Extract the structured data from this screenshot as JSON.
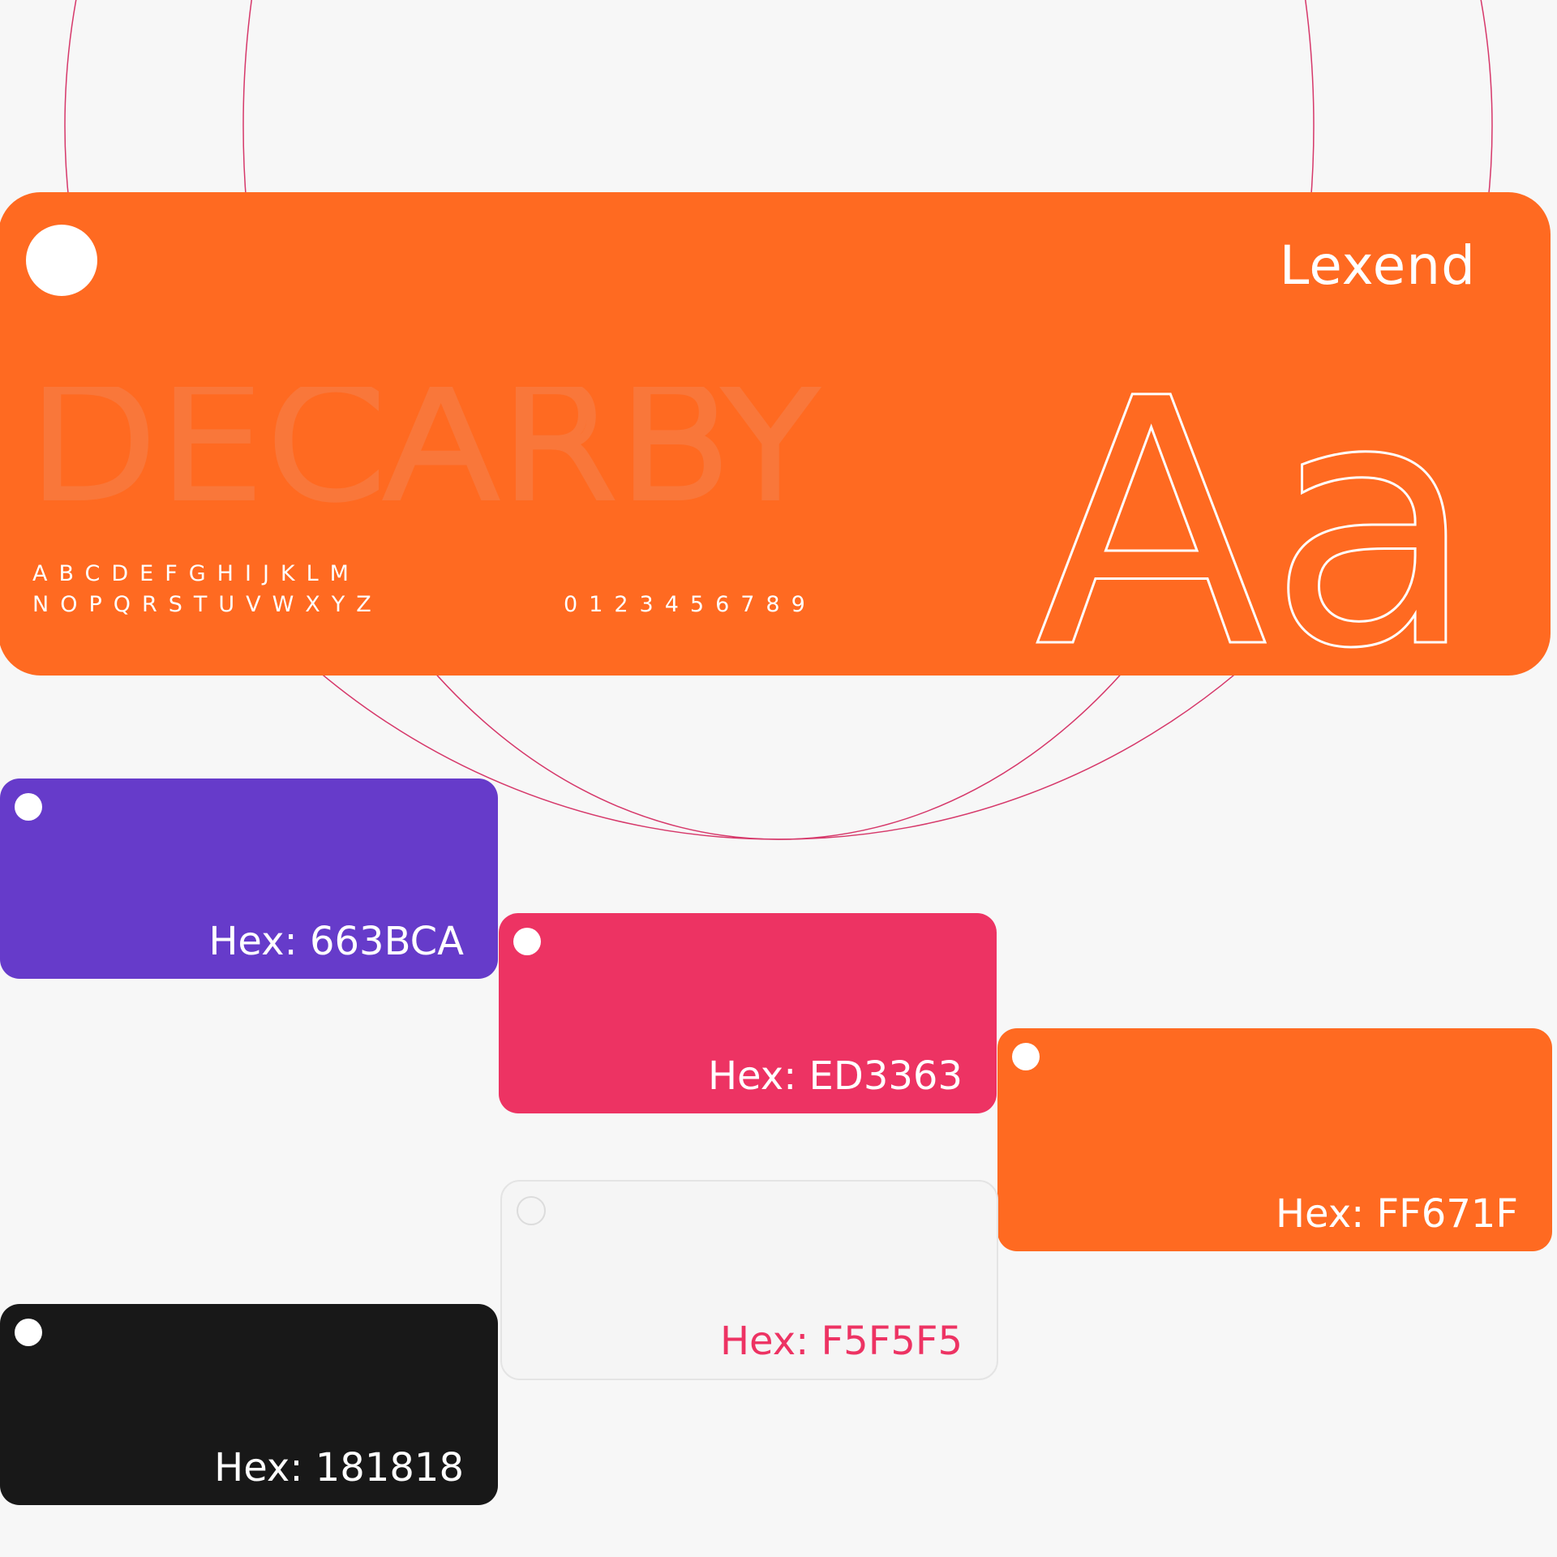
{
  "typeface": {
    "font_name": "Lexend",
    "wordmark": "DECARBY",
    "alphabet_row1": "ABCDEFGHIJKLM",
    "alphabet_row2": "NOPQRSTUVWXYZ",
    "digits": "0123456789",
    "specimen": "Aa",
    "card_color": "#FF6A21"
  },
  "swatches": [
    {
      "label": "Hex: 663BCA",
      "color": "#663BCA"
    },
    {
      "label": "Hex: ED3363",
      "color": "#ED3363"
    },
    {
      "label": "Hex: FF671F",
      "color": "#FF671F"
    },
    {
      "label": "Hex: F5F5F5",
      "color": "#F5F5F5"
    },
    {
      "label": "Hex: 181818",
      "color": "#181818"
    }
  ],
  "decoration": {
    "circle_color": "#D6386A"
  }
}
